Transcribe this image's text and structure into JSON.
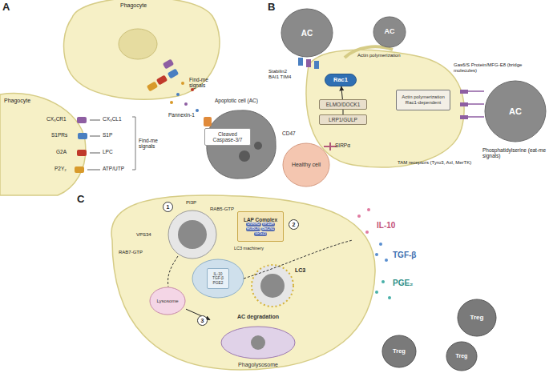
{
  "diagram": {
    "nodes": [
      {
        "text": [
          "Cleaved Caspase-3/7"
        ]
      },
      {
        "text": [
          "AC"
        ]
      },
      {
        "text": [
          "AC"
        ]
      },
      {
        "text": [
          "AC"
        ]
      },
      {
        "text": [
          "Rac1"
        ]
      },
      {
        "text": [
          "ELMO/DOCK1"
        ]
      },
      {
        "text": [
          "LRP1/GULP"
        ]
      },
      {
        "text": [
          "Actin polymerization Rac1-dependent"
        ]
      },
      {
        "text": [
          "Healthy cell"
        ]
      },
      {
        "text": [
          "LAP Complex",
          "UVRAG",
          "VPS34",
          "RUBCN",
          "BECN1",
          "VPS15"
        ]
      },
      {
        "text": [
          "IL-10",
          "TGF-β",
          "PGE2"
        ]
      },
      {
        "text": [
          "Lysosome"
        ]
      },
      {
        "text": [
          "AC degradation",
          "Phagolysosome"
        ]
      },
      {
        "text": [
          "Treg"
        ]
      },
      {
        "text": [
          "Treg"
        ]
      },
      {
        "text": [
          "Treg"
        ]
      }
    ],
    "edges": [
      {
        "from": 6,
        "to": 5,
        "arrow": "none"
      },
      {
        "from": 5,
        "to": 4,
        "arrow": "to"
      },
      {
        "from": 11,
        "to": 12,
        "arrow": "to"
      }
    ],
    "labels": [
      "A",
      "Phagocyte",
      "Phagocyte",
      "CX₃CR1",
      "CX₃CL1",
      "S1PRs",
      "S1P",
      "G2A",
      "LPC",
      "P2Y₂",
      "ATP/UTP",
      "Find-me signals",
      "Find-me signals",
      "Pannexin-1",
      "Apoptotic cell (AC)",
      "B",
      "Stabilin2 BAI1 TIM4",
      "Actin polymerization",
      "Gas6/S Protein/MFG-E8 (bridge molecules)",
      "Phosphatidylserine (eat-me signals)",
      "TAM receptors (Tyro3, Axl, MerTK)",
      "CD47",
      "SIRPα",
      "C",
      "1",
      "PI3P",
      "RAB5-GTP",
      "VPS34",
      "RAB7-GTP",
      "2",
      "LC3 machinery",
      "LC3",
      "3",
      "IL-10",
      "TGF-β",
      "PGE₂"
    ]
  }
}
